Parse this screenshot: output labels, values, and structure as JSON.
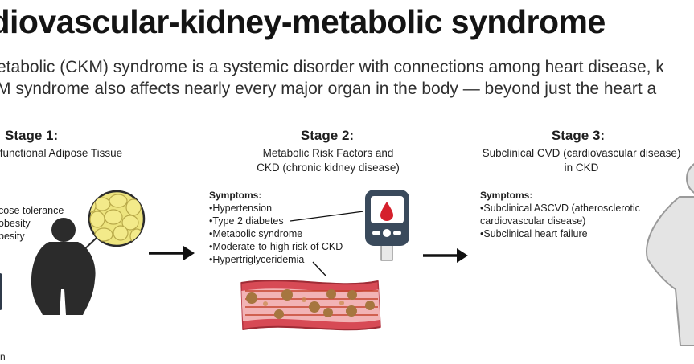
{
  "title": "rdiovascular-kidney-metabolic syndrome",
  "intro": {
    "line1": "etabolic (CKM) syndrome is a systemic disorder with connections among heart disease, k",
    "line2": "M syndrome also affects nearly every major organ in the body — beyond just the heart a"
  },
  "stage1": {
    "heading": "Stage 1:",
    "subtitle": "sfunctional Adipose Tissue",
    "items": [
      "cose tolerance",
      "obesity",
      "besity"
    ],
    "footnote": "n"
  },
  "stage2": {
    "heading": "Stage 2:",
    "subtitle_line1": "Metabolic Risk Factors and",
    "subtitle_line2": "CKD (chronic kidney disease)",
    "symptoms_heading": "Symptoms:",
    "symptoms": [
      "•Hypertension",
      "•Type 2 diabetes",
      "•Metabolic syndrome",
      "•Moderate-to-high risk of CKD",
      "•Hypertriglyceridemia"
    ]
  },
  "stage3": {
    "heading": "Stage 3:",
    "subtitle_line1": "Subclinical CVD (cardiovascular disease)",
    "subtitle_line2": "in CKD",
    "symptoms_heading": "Symptoms:",
    "symptoms": [
      "•Subclinical ASCVD (atherosclerotic",
      "cardiovascular disease)",
      "•Subclinical heart failure"
    ]
  },
  "colors": {
    "figure_dark": "#2b2b2b",
    "figure_light": "#e4e4e4",
    "fat_cells": "#ede47e",
    "vessel": "#d74a55",
    "vessel_light": "#f2b3b5",
    "plaque": "#a6763f",
    "blood_drop": "#d5202c",
    "meter": "#3a4a5c"
  },
  "icons": [
    "obese-person-icon",
    "fat-cells-icon",
    "glucose-meter-icon",
    "blood-vessel-icon",
    "light-person-icon",
    "right-arrow-icon"
  ]
}
